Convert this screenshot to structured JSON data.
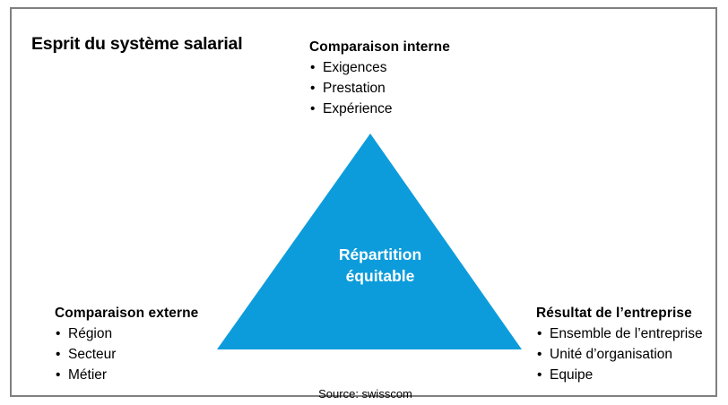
{
  "figure": {
    "title": "Esprit du système salarial",
    "source": "Source: swisscom",
    "accent_color": "#0d9cdb",
    "frame_border_color": "#808080",
    "text_color": "#000000",
    "background_color": "#ffffff"
  },
  "center": {
    "line1": "Répartition",
    "line2": "équitable"
  },
  "blocks": [
    {
      "id": "internal",
      "heading": "Comparaison interne",
      "items": [
        "Exigences",
        "Prestation",
        "Expérience"
      ],
      "bullet": "•"
    },
    {
      "id": "external",
      "heading": "Comparaison externe",
      "items": [
        "Région",
        "Secteur",
        "Métier"
      ],
      "bullet": "•"
    },
    {
      "id": "result",
      "heading": "Résultat de l’entreprise",
      "items": [
        "Ensemble de l’entreprise",
        "Unité d’organisation",
        "Equipe"
      ],
      "bullet": "•"
    }
  ],
  "chart_data": {
    "type": "diagram",
    "shape": "triangle",
    "title": "Esprit du système salarial",
    "center_label": "Répartition équitable",
    "apex": [
      400,
      139
    ],
    "base_left": [
      229,
      380
    ],
    "base_right": [
      569,
      380
    ],
    "fill": "#0d9cdb",
    "vertices": [
      {
        "position": "apex",
        "label": "Comparaison interne",
        "items": [
          "Exigences",
          "Prestation",
          "Expérience"
        ]
      },
      {
        "position": "bottom-left",
        "label": "Comparaison externe",
        "items": [
          "Région",
          "Secteur",
          "Métier"
        ]
      },
      {
        "position": "bottom-right",
        "label": "Résultat de l’entreprise",
        "items": [
          "Ensemble de l’entreprise",
          "Unité d’organisation",
          "Equipe"
        ]
      }
    ],
    "source": "Source: swisscom"
  }
}
